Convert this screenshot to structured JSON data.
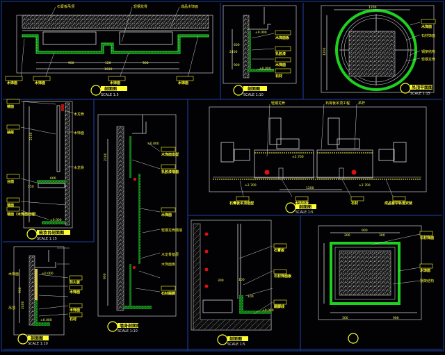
{
  "drawing": {
    "background": "#020205",
    "accent_yellow": "#ffff33",
    "accent_green": "#1fd11f",
    "frame_blue": "#1c3a8a",
    "panels": [
      {
        "id": "p1",
        "title": "剖面图",
        "scale": "SCALE 1:5",
        "tags": [
          "木饰面",
          "木饰面",
          "木饰面",
          "木饰面"
        ],
        "callouts": [
          "石膏板吊顶",
          "轻钢龙骨",
          "成品木饰面"
        ],
        "dims": [
          "900",
          "120",
          "900",
          "1920"
        ]
      },
      {
        "id": "p2",
        "title": "剖面图",
        "scale": "SCALE 1:10",
        "tags": [
          "木饰面板",
          "乳胶漆",
          "木饰面",
          "石材"
        ],
        "callouts": [
          "±0.000",
          "±0.000"
        ],
        "dims": [
          "2400",
          "600",
          "900"
        ]
      },
      {
        "id": "p3",
        "title": "吊顶平面图",
        "scale": "SCALE 1:15",
        "tags": [
          "木饰面"
        ],
        "callouts": [
          "石材饰面",
          "钢架结构",
          "轻钢龙骨"
        ],
        "dims": [
          "1200",
          "1200"
        ]
      },
      {
        "id": "p4",
        "title": "梳妆台剖面图",
        "scale": "SCALE 1:15",
        "tags": [
          "镜面",
          "抽屉",
          "台面",
          "墙面",
          "墙面（木饰面处理）"
        ],
        "callouts": [
          "木龙骨",
          "木饰面",
          "木龙骨"
        ],
        "dims": [
          "2100",
          "600",
          "150",
          "±0.000"
        ]
      },
      {
        "id": "p5",
        "title": "墙身剖面图",
        "scale": "SCALE 1:10",
        "tags": [
          "木饰面造型",
          "乳胶漆墙面",
          "木饰面",
          "石材踢脚"
        ],
        "callouts": [
          "轻钢龙骨隔墙",
          "木龙骨基层",
          "木饰面板"
        ],
        "dims": [
          "±0.000",
          "2100",
          "900"
        ]
      },
      {
        "id": "p6",
        "title": "剖面图",
        "scale": "SCALE 1:5",
        "tags": [
          "石膏板吊顶造型",
          "木饰面板",
          "石材",
          "成品窗帘轨道安装"
        ],
        "callouts": [
          "轻钢龙骨",
          "石膏板吊顶工程",
          "吊杆"
        ],
        "dims": [
          "±2.700",
          "±2.700",
          "1200",
          "±2.700"
        ]
      },
      {
        "id": "p7",
        "title": "剖面图",
        "scale": "SCALE 1:10",
        "tags": [
          "防火板",
          "木饰面",
          "木饰面",
          "石材"
        ],
        "callouts": [
          "±0.000",
          "±0.000",
          "木饰面",
          "吊顶"
        ],
        "dims": [
          "900",
          "2400"
        ]
      },
      {
        "id": "p8",
        "title": "剖面图",
        "scale": "SCALE 1:5",
        "tags": [
          "石膏板",
          "石材饰面板",
          "踢脚线"
        ],
        "callouts": [
          "±0.000",
          "100"
        ],
        "dims": [
          "300",
          "100"
        ]
      },
      {
        "id": "p9",
        "title": "",
        "scale": "",
        "tags": [
          "石材饰面",
          "木饰面"
        ],
        "callouts": [
          "钢架结构"
        ],
        "dims": [
          "900",
          "200",
          "300",
          "300",
          "900"
        ]
      }
    ]
  }
}
